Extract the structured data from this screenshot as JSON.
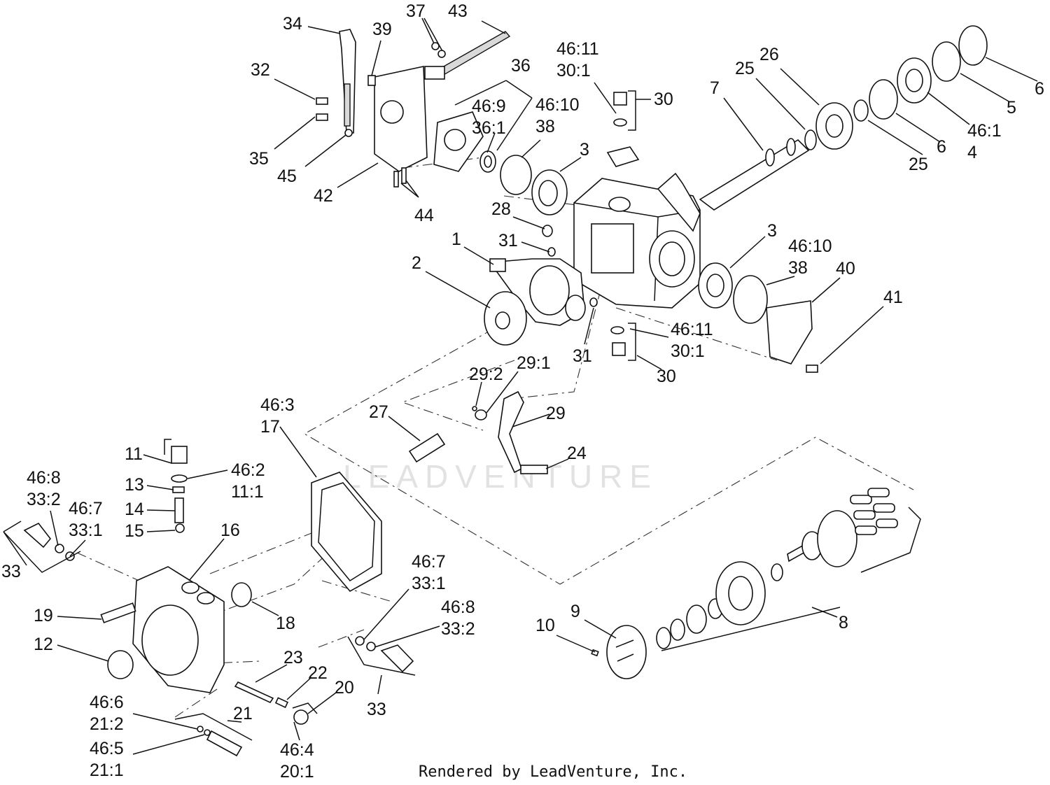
{
  "watermark": "LEADVENTURE",
  "credit": "Rendered by LeadVenture, Inc.",
  "callouts": [
    {
      "id": "c34",
      "lines": [
        "34"
      ]
    },
    {
      "id": "c32",
      "lines": [
        "32"
      ]
    },
    {
      "id": "c35",
      "lines": [
        "35"
      ]
    },
    {
      "id": "c45",
      "lines": [
        "45"
      ]
    },
    {
      "id": "c42",
      "lines": [
        "42"
      ]
    },
    {
      "id": "c44",
      "lines": [
        "44"
      ]
    },
    {
      "id": "c39",
      "lines": [
        "39"
      ]
    },
    {
      "id": "c37",
      "lines": [
        "37"
      ]
    },
    {
      "id": "c43",
      "lines": [
        "43"
      ]
    },
    {
      "id": "c36",
      "lines": [
        "36"
      ]
    },
    {
      "id": "c46_9",
      "lines": [
        "46:9",
        "36:1"
      ]
    },
    {
      "id": "c46_10a",
      "lines": [
        "46:10",
        "38"
      ]
    },
    {
      "id": "c46_11a",
      "lines": [
        "46:11",
        "30:1"
      ]
    },
    {
      "id": "c30a",
      "lines": [
        "30"
      ]
    },
    {
      "id": "c3a",
      "lines": [
        "3"
      ]
    },
    {
      "id": "c7",
      "lines": [
        "7"
      ]
    },
    {
      "id": "c25a",
      "lines": [
        "25"
      ]
    },
    {
      "id": "c26",
      "lines": [
        "26"
      ]
    },
    {
      "id": "c25b",
      "lines": [
        "25"
      ]
    },
    {
      "id": "c6a",
      "lines": [
        "6"
      ]
    },
    {
      "id": "c46_1",
      "lines": [
        "46:1",
        "4"
      ]
    },
    {
      "id": "c5",
      "lines": [
        "5"
      ]
    },
    {
      "id": "c6b",
      "lines": [
        "6"
      ]
    },
    {
      "id": "c28",
      "lines": [
        "28"
      ]
    },
    {
      "id": "c31a",
      "lines": [
        "31"
      ]
    },
    {
      "id": "c1",
      "lines": [
        "1"
      ]
    },
    {
      "id": "c2",
      "lines": [
        "2"
      ]
    },
    {
      "id": "c3b",
      "lines": [
        "3"
      ]
    },
    {
      "id": "c46_10b",
      "lines": [
        "46:10",
        "38"
      ]
    },
    {
      "id": "c40",
      "lines": [
        "40"
      ]
    },
    {
      "id": "c41",
      "lines": [
        "41"
      ]
    },
    {
      "id": "c46_11b",
      "lines": [
        "46:11",
        "30:1"
      ]
    },
    {
      "id": "c31b",
      "lines": [
        "31"
      ]
    },
    {
      "id": "c30b",
      "lines": [
        "30"
      ]
    },
    {
      "id": "c29_2",
      "lines": [
        "29:2"
      ]
    },
    {
      "id": "c29_1",
      "lines": [
        "29:1"
      ]
    },
    {
      "id": "c27",
      "lines": [
        "27"
      ]
    },
    {
      "id": "c29",
      "lines": [
        "29"
      ]
    },
    {
      "id": "c24",
      "lines": [
        "24"
      ]
    },
    {
      "id": "c46_3",
      "lines": [
        "46:3",
        "17"
      ]
    },
    {
      "id": "c11",
      "lines": [
        "11"
      ]
    },
    {
      "id": "c46_2",
      "lines": [
        "46:2",
        "11:1"
      ]
    },
    {
      "id": "c13",
      "lines": [
        "13"
      ]
    },
    {
      "id": "c14",
      "lines": [
        "14"
      ]
    },
    {
      "id": "c15",
      "lines": [
        "15"
      ]
    },
    {
      "id": "c16",
      "lines": [
        "16"
      ]
    },
    {
      "id": "c46_8a",
      "lines": [
        "46:8",
        "33:2"
      ]
    },
    {
      "id": "c46_7a",
      "lines": [
        "46:7",
        "33:1"
      ]
    },
    {
      "id": "c33a",
      "lines": [
        "33"
      ]
    },
    {
      "id": "c18",
      "lines": [
        "18"
      ]
    },
    {
      "id": "c19",
      "lines": [
        "19"
      ]
    },
    {
      "id": "c12",
      "lines": [
        "12"
      ]
    },
    {
      "id": "c23",
      "lines": [
        "23"
      ]
    },
    {
      "id": "c22",
      "lines": [
        "22"
      ]
    },
    {
      "id": "c20",
      "lines": [
        "20"
      ]
    },
    {
      "id": "c21",
      "lines": [
        "21"
      ]
    },
    {
      "id": "c46_6",
      "lines": [
        "46:6",
        "21:2"
      ]
    },
    {
      "id": "c46_5",
      "lines": [
        "46:5",
        "21:1"
      ]
    },
    {
      "id": "c46_4",
      "lines": [
        "46:4",
        "20:1"
      ]
    },
    {
      "id": "c46_7b",
      "lines": [
        "46:7",
        "33:1"
      ]
    },
    {
      "id": "c46_8b",
      "lines": [
        "46:8",
        "33:2"
      ]
    },
    {
      "id": "c33b",
      "lines": [
        "33"
      ]
    },
    {
      "id": "c9",
      "lines": [
        "9"
      ]
    },
    {
      "id": "c10",
      "lines": [
        "10"
      ]
    },
    {
      "id": "c8",
      "lines": [
        "8"
      ]
    }
  ]
}
